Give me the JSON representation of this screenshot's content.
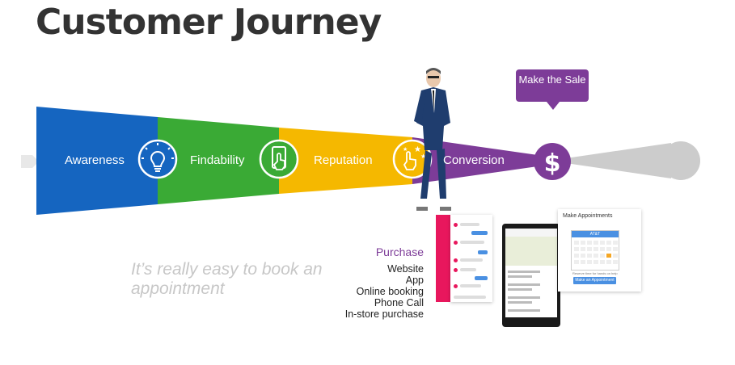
{
  "page": {
    "title": "Customer Journey",
    "tagline": "It’s really easy to book an appointment"
  },
  "stages": [
    {
      "label": "Awareness",
      "color": "#1565c0",
      "icon": "lightbulb-icon"
    },
    {
      "label": "Findability",
      "color": "#3aaa35",
      "icon": "smartphone-touch-icon"
    },
    {
      "label": "Reputation",
      "color": "#f5b800",
      "icon": "hand-click-stars-icon"
    },
    {
      "label": "Conversion",
      "color": "#7d3c98",
      "icon": "dollar-icon"
    }
  ],
  "bubble": {
    "text": "Make the Sale",
    "color": "#7d3c98"
  },
  "purchase": {
    "title": "Purchase",
    "items": [
      "Website",
      "App",
      "Online booking",
      "Phone Call",
      "In-store purchase"
    ]
  },
  "appointment_card": {
    "header": "Make Appointments",
    "calendar_header": "AT&T",
    "note": "Reserve time for hands on help",
    "button": "Make an Appointment"
  },
  "colors": {
    "title": "#333333",
    "end_cone": "#cccccc",
    "tagline": "#c7c7c7",
    "accent_pink": "#e8175d"
  }
}
